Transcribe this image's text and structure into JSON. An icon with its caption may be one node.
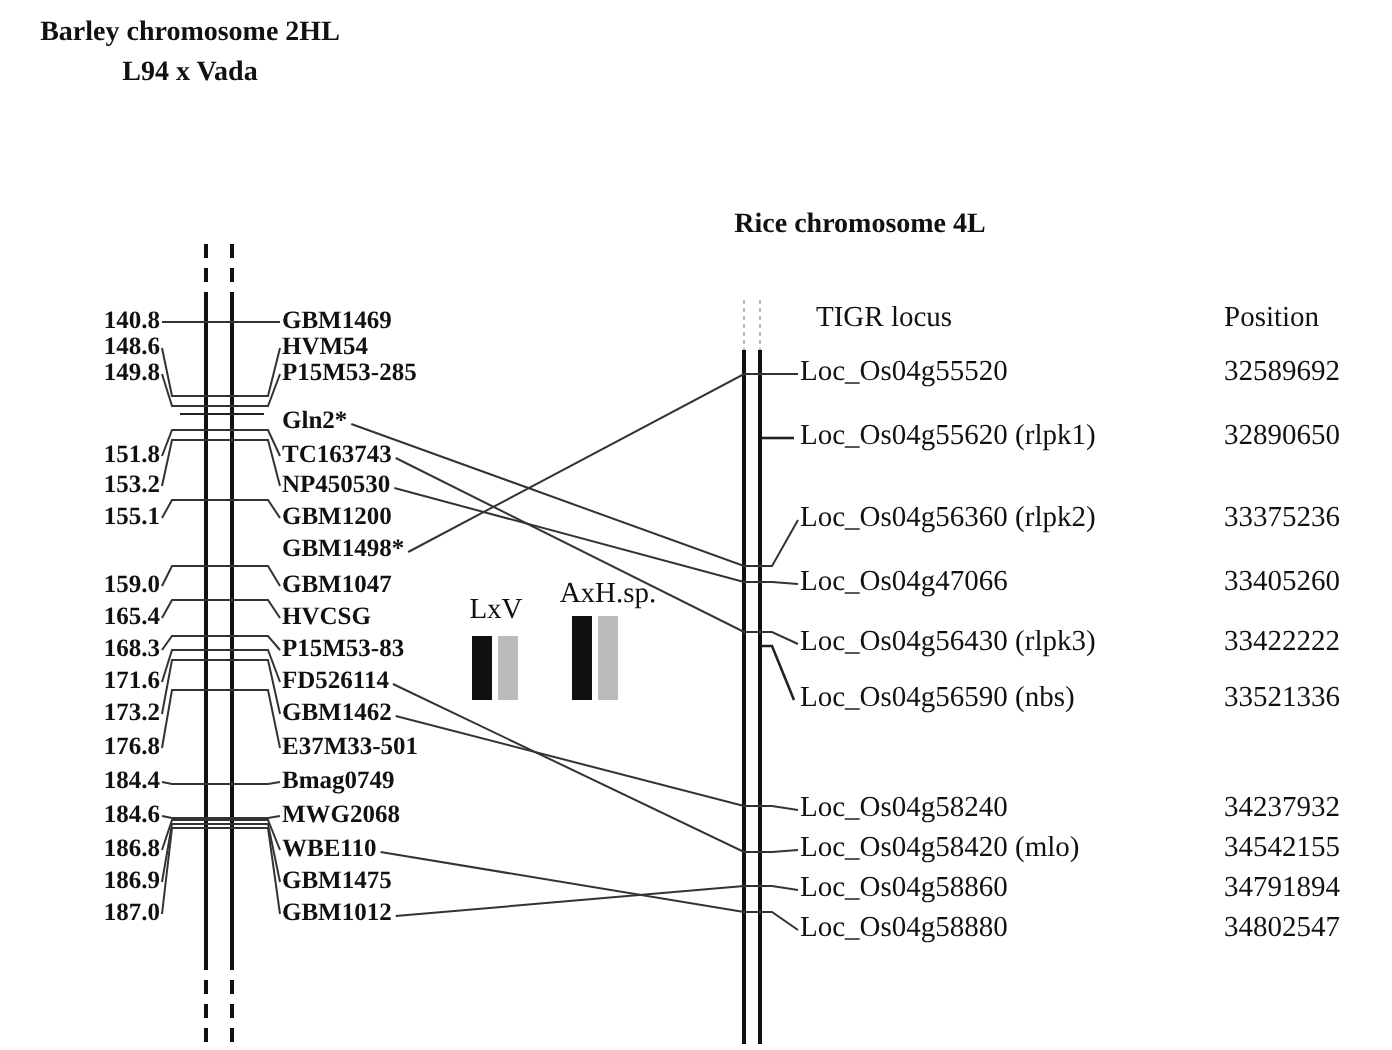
{
  "diagram": {
    "nodes": [
      {
        "text": [
          "GBM1469"
        ]
      },
      {
        "text": [
          "HVM54"
        ]
      },
      {
        "text": [
          "P15M53-285"
        ]
      },
      {
        "text": [
          "Gln2*"
        ]
      },
      {
        "text": [
          "TC163743"
        ]
      },
      {
        "text": [
          "NP450530"
        ]
      },
      {
        "text": [
          "GBM1200"
        ]
      },
      {
        "text": [
          "GBM1498*"
        ]
      },
      {
        "text": [
          "GBM1047"
        ]
      },
      {
        "text": [
          "HVCSG"
        ]
      },
      {
        "text": [
          "P15M53-83"
        ]
      },
      {
        "text": [
          "FD526114"
        ]
      },
      {
        "text": [
          "GBM1462"
        ]
      },
      {
        "text": [
          "E37M33-501"
        ]
      },
      {
        "text": [
          "Bmag0749"
        ]
      },
      {
        "text": [
          "MWG2068"
        ]
      },
      {
        "text": [
          "WBE110"
        ]
      },
      {
        "text": [
          "GBM1475"
        ]
      },
      {
        "text": [
          "GBM1012"
        ]
      },
      {
        "text": [
          "Loc_Os04g55520"
        ]
      },
      {
        "text": [
          "Loc_Os04g55620 (rlpk1)"
        ]
      },
      {
        "text": [
          "Loc_Os04g56360 (rlpk2)"
        ]
      },
      {
        "text": [
          "Loc_Os04g47066"
        ]
      },
      {
        "text": [
          "Loc_Os04g56430 (rlpk3)"
        ]
      },
      {
        "text": [
          "Loc_Os04g56590 (nbs)"
        ]
      },
      {
        "text": [
          "Loc_Os04g58240"
        ]
      },
      {
        "text": [
          "Loc_Os04g58420 (mlo)"
        ]
      },
      {
        "text": [
          "Loc_Os04g58860"
        ]
      },
      {
        "text": [
          "Loc_Os04g58880"
        ]
      },
      {
        "text": [
          "140.8"
        ]
      },
      {
        "text": [
          "148.6"
        ]
      },
      {
        "text": [
          "149.8"
        ]
      },
      {
        "text": [
          "151.8"
        ]
      },
      {
        "text": [
          "153.2"
        ]
      },
      {
        "text": [
          "155.1"
        ]
      },
      {
        "text": [
          "159.0"
        ]
      },
      {
        "text": [
          "165.4"
        ]
      },
      {
        "text": [
          "168.3"
        ]
      },
      {
        "text": [
          "171.6"
        ]
      },
      {
        "text": [
          "173.2"
        ]
      },
      {
        "text": [
          "176.8"
        ]
      },
      {
        "text": [
          "184.4"
        ]
      },
      {
        "text": [
          "184.6"
        ]
      },
      {
        "text": [
          "186.8"
        ]
      },
      {
        "text": [
          "186.9"
        ]
      },
      {
        "text": [
          "187.0"
        ]
      }
    ],
    "edges": [
      {
        "from": 7,
        "to": 19,
        "arrow": "none"
      },
      {
        "from": 3,
        "to": 21,
        "arrow": "none"
      },
      {
        "from": 5,
        "to": 22,
        "arrow": "none"
      },
      {
        "from": 4,
        "to": 23,
        "arrow": "none"
      },
      {
        "from": 12,
        "to": 25,
        "arrow": "none"
      },
      {
        "from": 11,
        "to": 26,
        "arrow": "none"
      },
      {
        "from": 18,
        "to": 27,
        "arrow": "none"
      },
      {
        "from": 16,
        "to": 28,
        "arrow": "none"
      },
      {
        "from": 29,
        "to": 0,
        "arrow": "none"
      },
      {
        "from": 30,
        "to": 1,
        "arrow": "none"
      },
      {
        "from": 31,
        "to": 2,
        "arrow": "none"
      },
      {
        "from": 32,
        "to": 4,
        "arrow": "none"
      },
      {
        "from": 33,
        "to": 5,
        "arrow": "none"
      },
      {
        "from": 34,
        "to": 6,
        "arrow": "none"
      },
      {
        "from": 35,
        "to": 8,
        "arrow": "none"
      },
      {
        "from": 36,
        "to": 9,
        "arrow": "none"
      },
      {
        "from": 37,
        "to": 10,
        "arrow": "none"
      },
      {
        "from": 38,
        "to": 11,
        "arrow": "none"
      },
      {
        "from": 39,
        "to": 12,
        "arrow": "none"
      },
      {
        "from": 40,
        "to": 13,
        "arrow": "none"
      },
      {
        "from": 41,
        "to": 14,
        "arrow": "none"
      },
      {
        "from": 42,
        "to": 15,
        "arrow": "none"
      },
      {
        "from": 43,
        "to": 16,
        "arrow": "none"
      },
      {
        "from": 44,
        "to": 17,
        "arrow": "none"
      },
      {
        "from": 45,
        "to": 18,
        "arrow": "none"
      }
    ],
    "labels": [
      "Barley chromosome 2HL",
      "L94 x Vada",
      "Rice chromosome 4L",
      "TIGR locus",
      "Position",
      "32589692",
      "32890650",
      "33375236",
      "33405260",
      "33422222",
      "33521336",
      "34237932",
      "34542155",
      "34791894",
      "34802547",
      "LxV",
      "AxH.sp."
    ]
  }
}
